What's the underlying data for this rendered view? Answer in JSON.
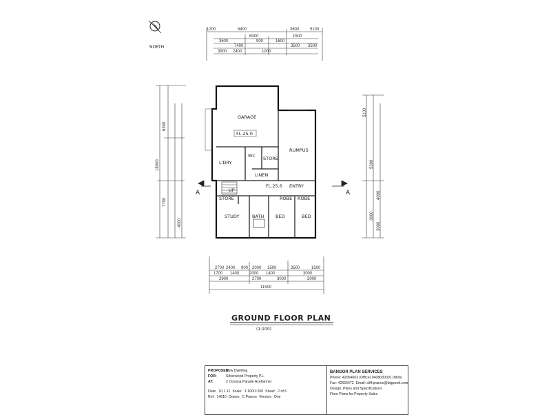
{
  "north_label": "NORTH",
  "dimensions": {
    "top_row1": [
      "1200",
      "6400",
      "3600",
      "5100"
    ],
    "top_row2": [
      "6000",
      "1500"
    ],
    "top_row3": [
      "3600",
      "900",
      "1600"
    ],
    "top_row4": [
      "7400",
      "3500",
      "3500"
    ],
    "top_row5": [
      "3900",
      "2400",
      "1000"
    ],
    "left_col": [
      "6300",
      "18000",
      "7700",
      "4000"
    ],
    "right_col": [
      "5100",
      "5300",
      "4000",
      "3000",
      "3000"
    ],
    "bottom_row1": [
      "2700",
      "2400",
      "900",
      "2000",
      "1500",
      "3500",
      "1500"
    ],
    "bottom_row2": [
      "1700",
      "1400",
      "2000",
      "1400",
      "3000"
    ],
    "bottom_row3": [
      "2900",
      "2700",
      "3000",
      "3000"
    ],
    "bottom_total": "11500"
  },
  "rooms": {
    "garage": "GARAGE",
    "rumpus": "RUMPUS",
    "lndry": "L'DRY",
    "store": "STORE",
    "linen": "LINEN",
    "entry": "ENTRY",
    "study": "STUDY",
    "bath": "BATH",
    "bed1": "BED",
    "bed2": "BED",
    "robe1": "ROBE",
    "robe2": "ROBE",
    "store2": "STORE",
    "wc": "WC",
    "up": "UP",
    "fl_garage": "FL.25.0",
    "fl_entry": "FL.25.6",
    "section_a": "A"
  },
  "plan_title": "GROUND FLOOR PLAN",
  "plan_scale": "(1:100)",
  "title_block": {
    "proposed_label": "PROPOSED:",
    "proposed_value": "New Dwelling",
    "for_label": "FOR:",
    "for_value": "Silverwood Property P.L.",
    "at_label": "AT:",
    "at_value": "2 Oceana Parade Aceltanner",
    "date_label": "Date:",
    "date_value": "10.1.11",
    "scale_label": "Scale:",
    "scale_value": "1:100/1:200",
    "sheet_label": "Sheet:",
    "sheet_value": "2 of 6",
    "ref_label": "Ref:",
    "ref_value": "14810",
    "drawn_label": "Drawn:",
    "drawn_value": "C Prance",
    "version_label": "Version:",
    "version_value": "One",
    "firm": "BANGOR PLAN SERVICES",
    "phone": "Phone: 42054663 (Office) 0408030001 (Mob)",
    "fax_label": "Fax: 42656472",
    "email_label": "Email: cliff.prance@bigpond.com",
    "services": "Design, Plans and Specifications",
    "sheet_desc": "Floor Plans for Property Sales"
  }
}
